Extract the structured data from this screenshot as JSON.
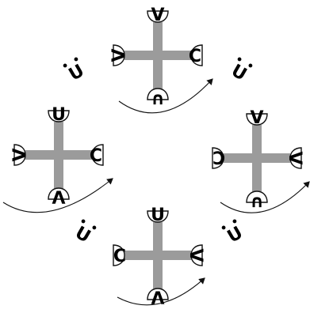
{
  "crosses": [
    {
      "id": "top",
      "labels": {
        "up": "V",
        "right": "C",
        "down": "∩",
        "left": "V"
      }
    },
    {
      "id": "left",
      "labels": {
        "up": "U",
        "right": "C",
        "down": "Λ",
        "left": "V"
      }
    },
    {
      "id": "right",
      "labels": {
        "up": "V",
        "right": "V",
        "down": "∩",
        "left": "C"
      }
    },
    {
      "id": "bottom",
      "labels": {
        "up": "U",
        "right": "V",
        "down": "Λ",
        "left": "C"
      }
    }
  ],
  "transitions": [
    {
      "id": "upper-left",
      "glyph": "U"
    },
    {
      "id": "upper-right",
      "glyph": "U"
    },
    {
      "id": "lower-left",
      "glyph": "U"
    },
    {
      "id": "lower-right",
      "glyph": "U"
    }
  ],
  "colors": {
    "arm": "#9b9b9b",
    "stroke": "#111111"
  }
}
